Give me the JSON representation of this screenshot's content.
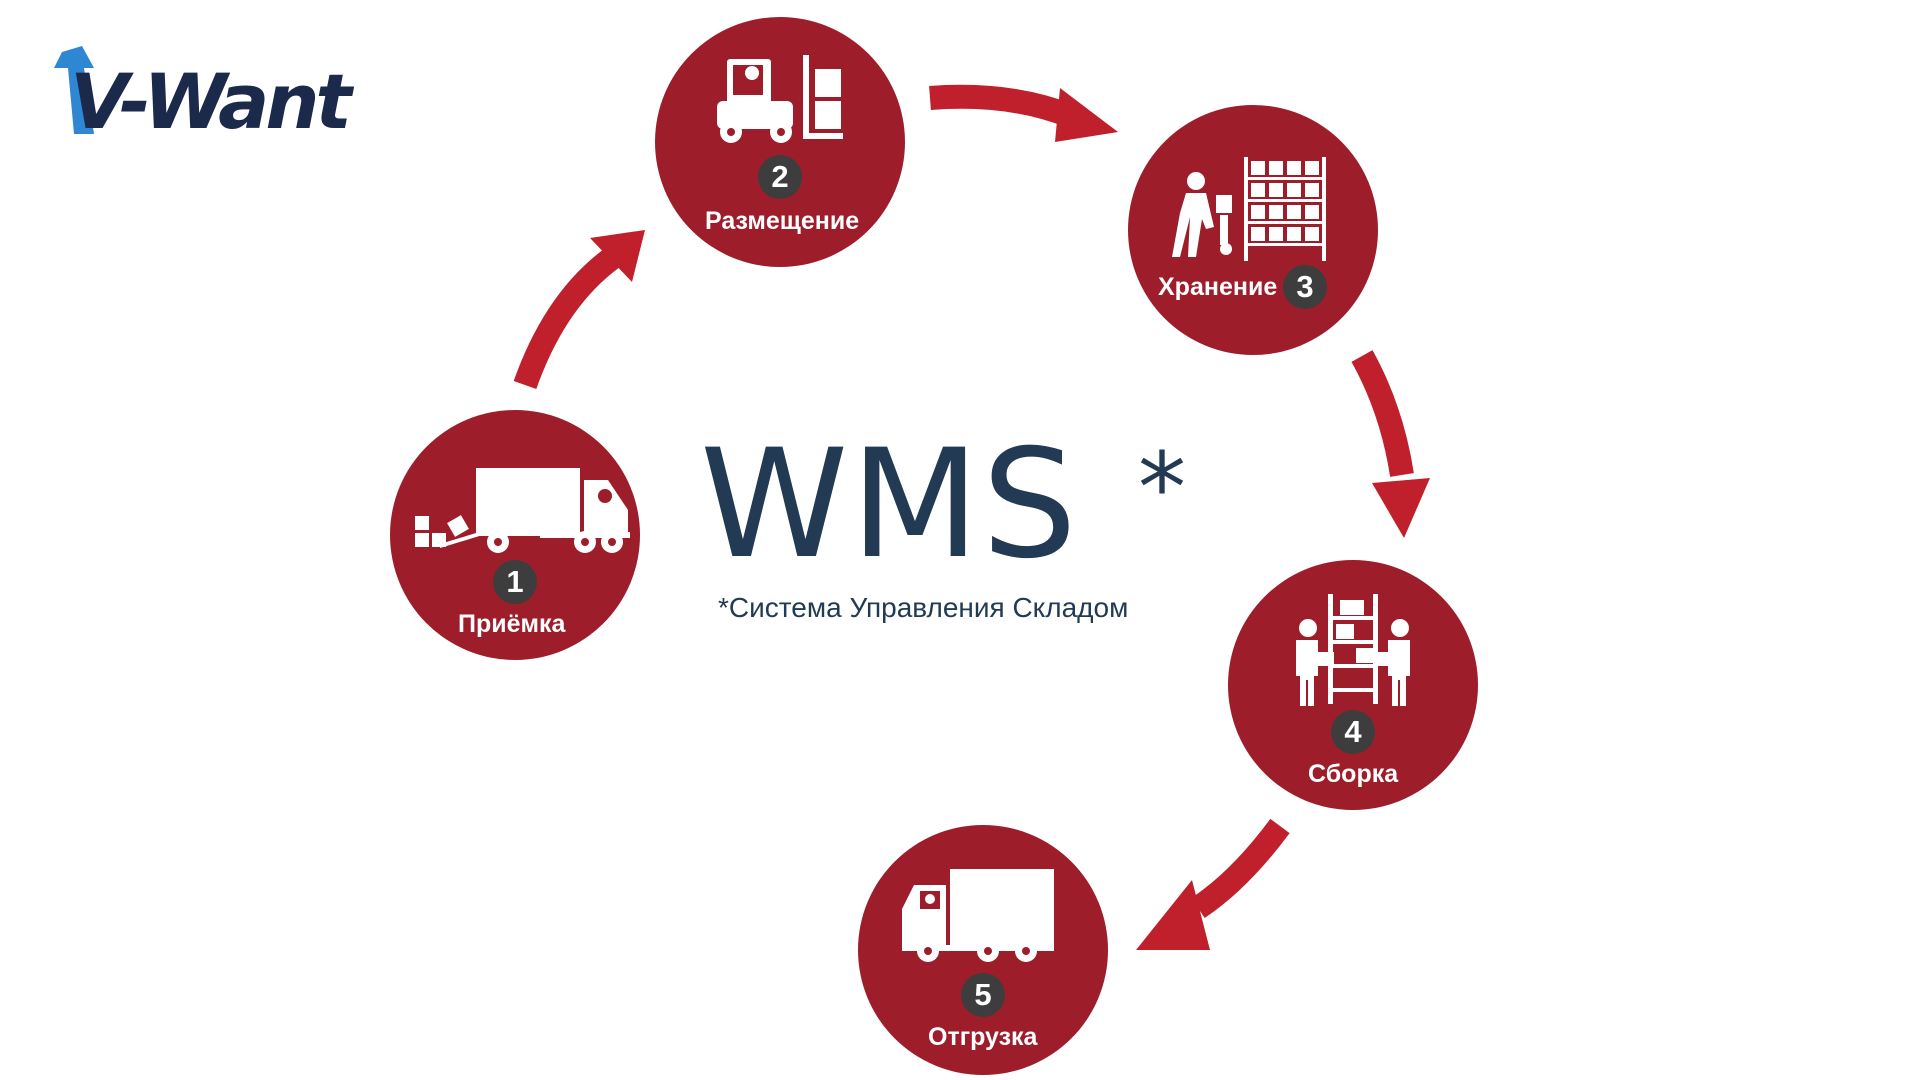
{
  "brand": {
    "logo_text": "V-Want"
  },
  "title": {
    "main": "WMS",
    "star": "*",
    "subtitle": "*Система Управления Складом"
  },
  "steps": [
    {
      "number": "1",
      "label": "Приёмка",
      "icon": "truck-unloading-icon"
    },
    {
      "number": "2",
      "label": "Размещение",
      "icon": "forklift-icon"
    },
    {
      "number": "3",
      "label": "Хранение",
      "icon": "storage-racks-icon"
    },
    {
      "number": "4",
      "label": "Сборка",
      "icon": "order-picking-icon"
    },
    {
      "number": "5",
      "label": "Отгрузка",
      "icon": "shipping-truck-icon"
    }
  ],
  "colors": {
    "circle": "#9e1d2b",
    "arrow": "#c0202c",
    "badge": "#3d3d3d",
    "title": "#233a55",
    "logo": "#1b2a4a",
    "logo_accent": "#2f86d2"
  }
}
